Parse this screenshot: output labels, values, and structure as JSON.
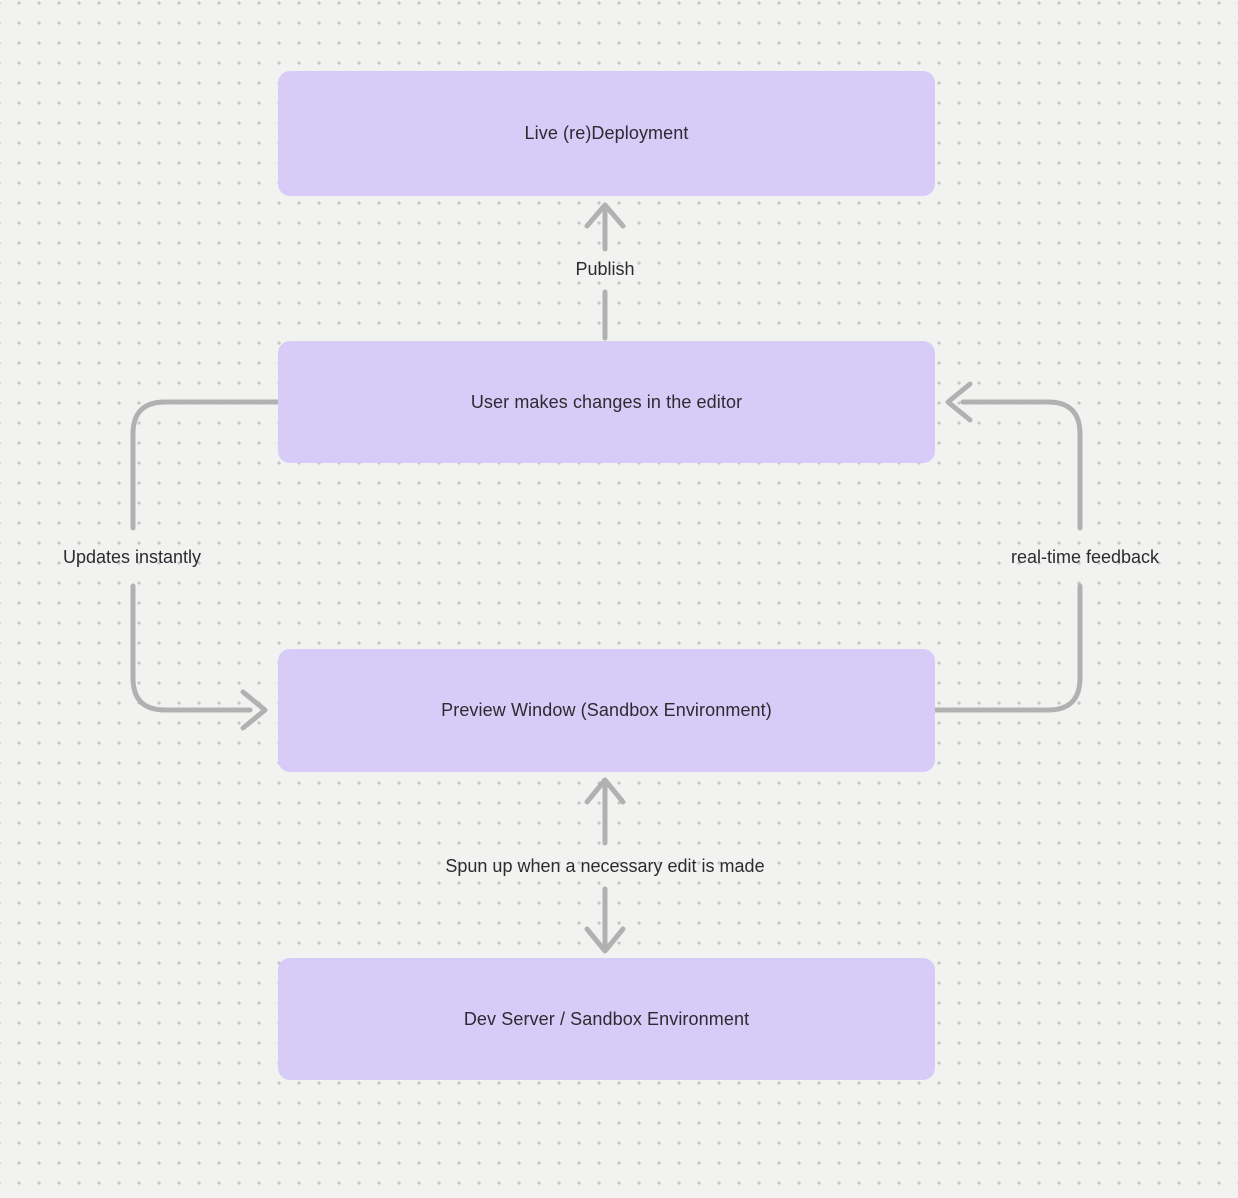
{
  "colors": {
    "background": "#f2f2f1",
    "dot": "#c6c6c6",
    "node_fill": "#d7ccf7",
    "arrow": "#b1b1b1",
    "text": "#2b2b31"
  },
  "diagram": {
    "type": "flowchart",
    "nodes": [
      {
        "id": "live-deployment",
        "label": "Live (re)Deployment"
      },
      {
        "id": "user-editor",
        "label": "User makes changes in the editor"
      },
      {
        "id": "preview-window",
        "label": "Preview Window (Sandbox Environment)"
      },
      {
        "id": "dev-server",
        "label": "Dev Server / Sandbox Environment"
      }
    ],
    "edges": [
      {
        "id": "publish",
        "from": "user-editor",
        "to": "live-deployment",
        "label": "Publish",
        "direction": "up"
      },
      {
        "id": "updates-instantly",
        "from": "user-editor",
        "to": "preview-window",
        "label": "Updates instantly",
        "direction": "left-loop"
      },
      {
        "id": "real-time-feedback",
        "from": "preview-window",
        "to": "user-editor",
        "label": "real-time feedback",
        "direction": "right-loop"
      },
      {
        "id": "sandbox-sync",
        "from": "dev-server",
        "to": "preview-window",
        "label": "Spun up when a necessary edit is made",
        "direction": "bidirectional"
      }
    ]
  }
}
